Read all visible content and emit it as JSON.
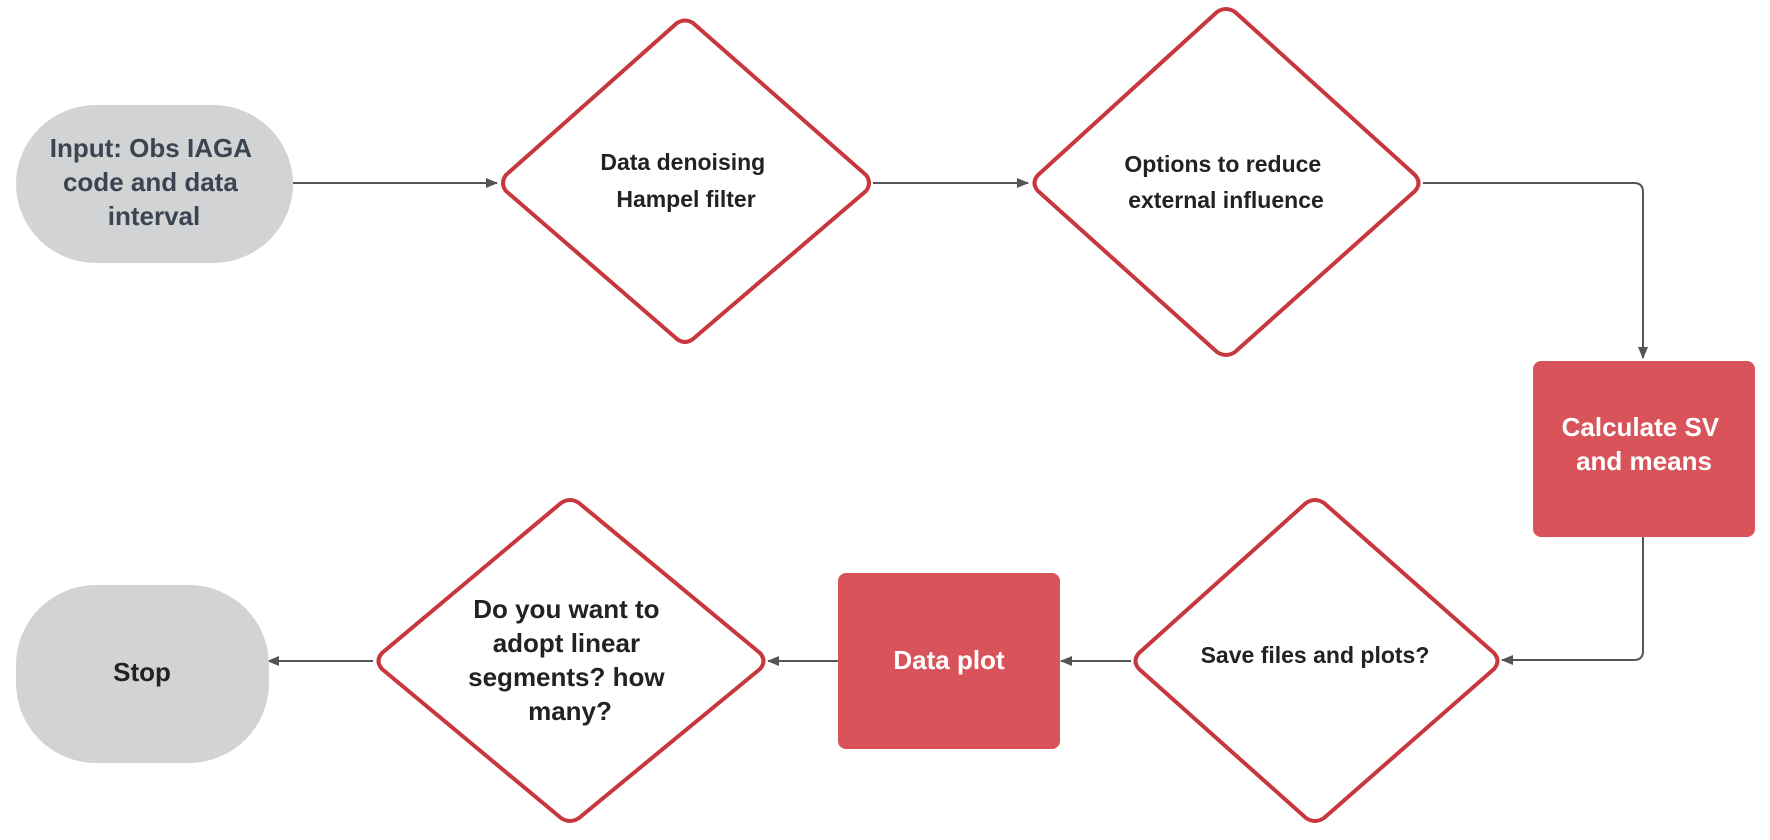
{
  "nodes": {
    "input": {
      "lines": [
        "Input: Obs IAGA",
        "code and data",
        "interval"
      ],
      "fill": "#d1d3d5",
      "text_color": "#3b4551"
    },
    "denoise": {
      "lines": [
        "Data denoising",
        "Hampel filter"
      ],
      "stroke": "#c8373e",
      "text_color": "#222222"
    },
    "options": {
      "lines": [
        "Options to reduce",
        "external influence"
      ],
      "stroke": "#c8373e",
      "text_color": "#222222"
    },
    "calc": {
      "lines": [
        "Calculate SV",
        "and means"
      ],
      "fill": "#d9545a",
      "text_color": "#ffffff"
    },
    "save": {
      "lines": [
        "Save files and plots?"
      ],
      "stroke": "#c8373e",
      "text_color": "#222222"
    },
    "plot": {
      "lines": [
        "Data plot"
      ],
      "fill": "#d9545a",
      "text_color": "#ffffff"
    },
    "segments": {
      "lines": [
        "Do you want to",
        "adopt linear",
        "segments? how",
        "many?"
      ],
      "stroke": "#c8373e",
      "text_color": "#222222"
    },
    "stop": {
      "lines": [
        "Stop"
      ],
      "fill": "#d1d3d5",
      "text_color": "#222222"
    }
  },
  "connector_color": "#555555"
}
